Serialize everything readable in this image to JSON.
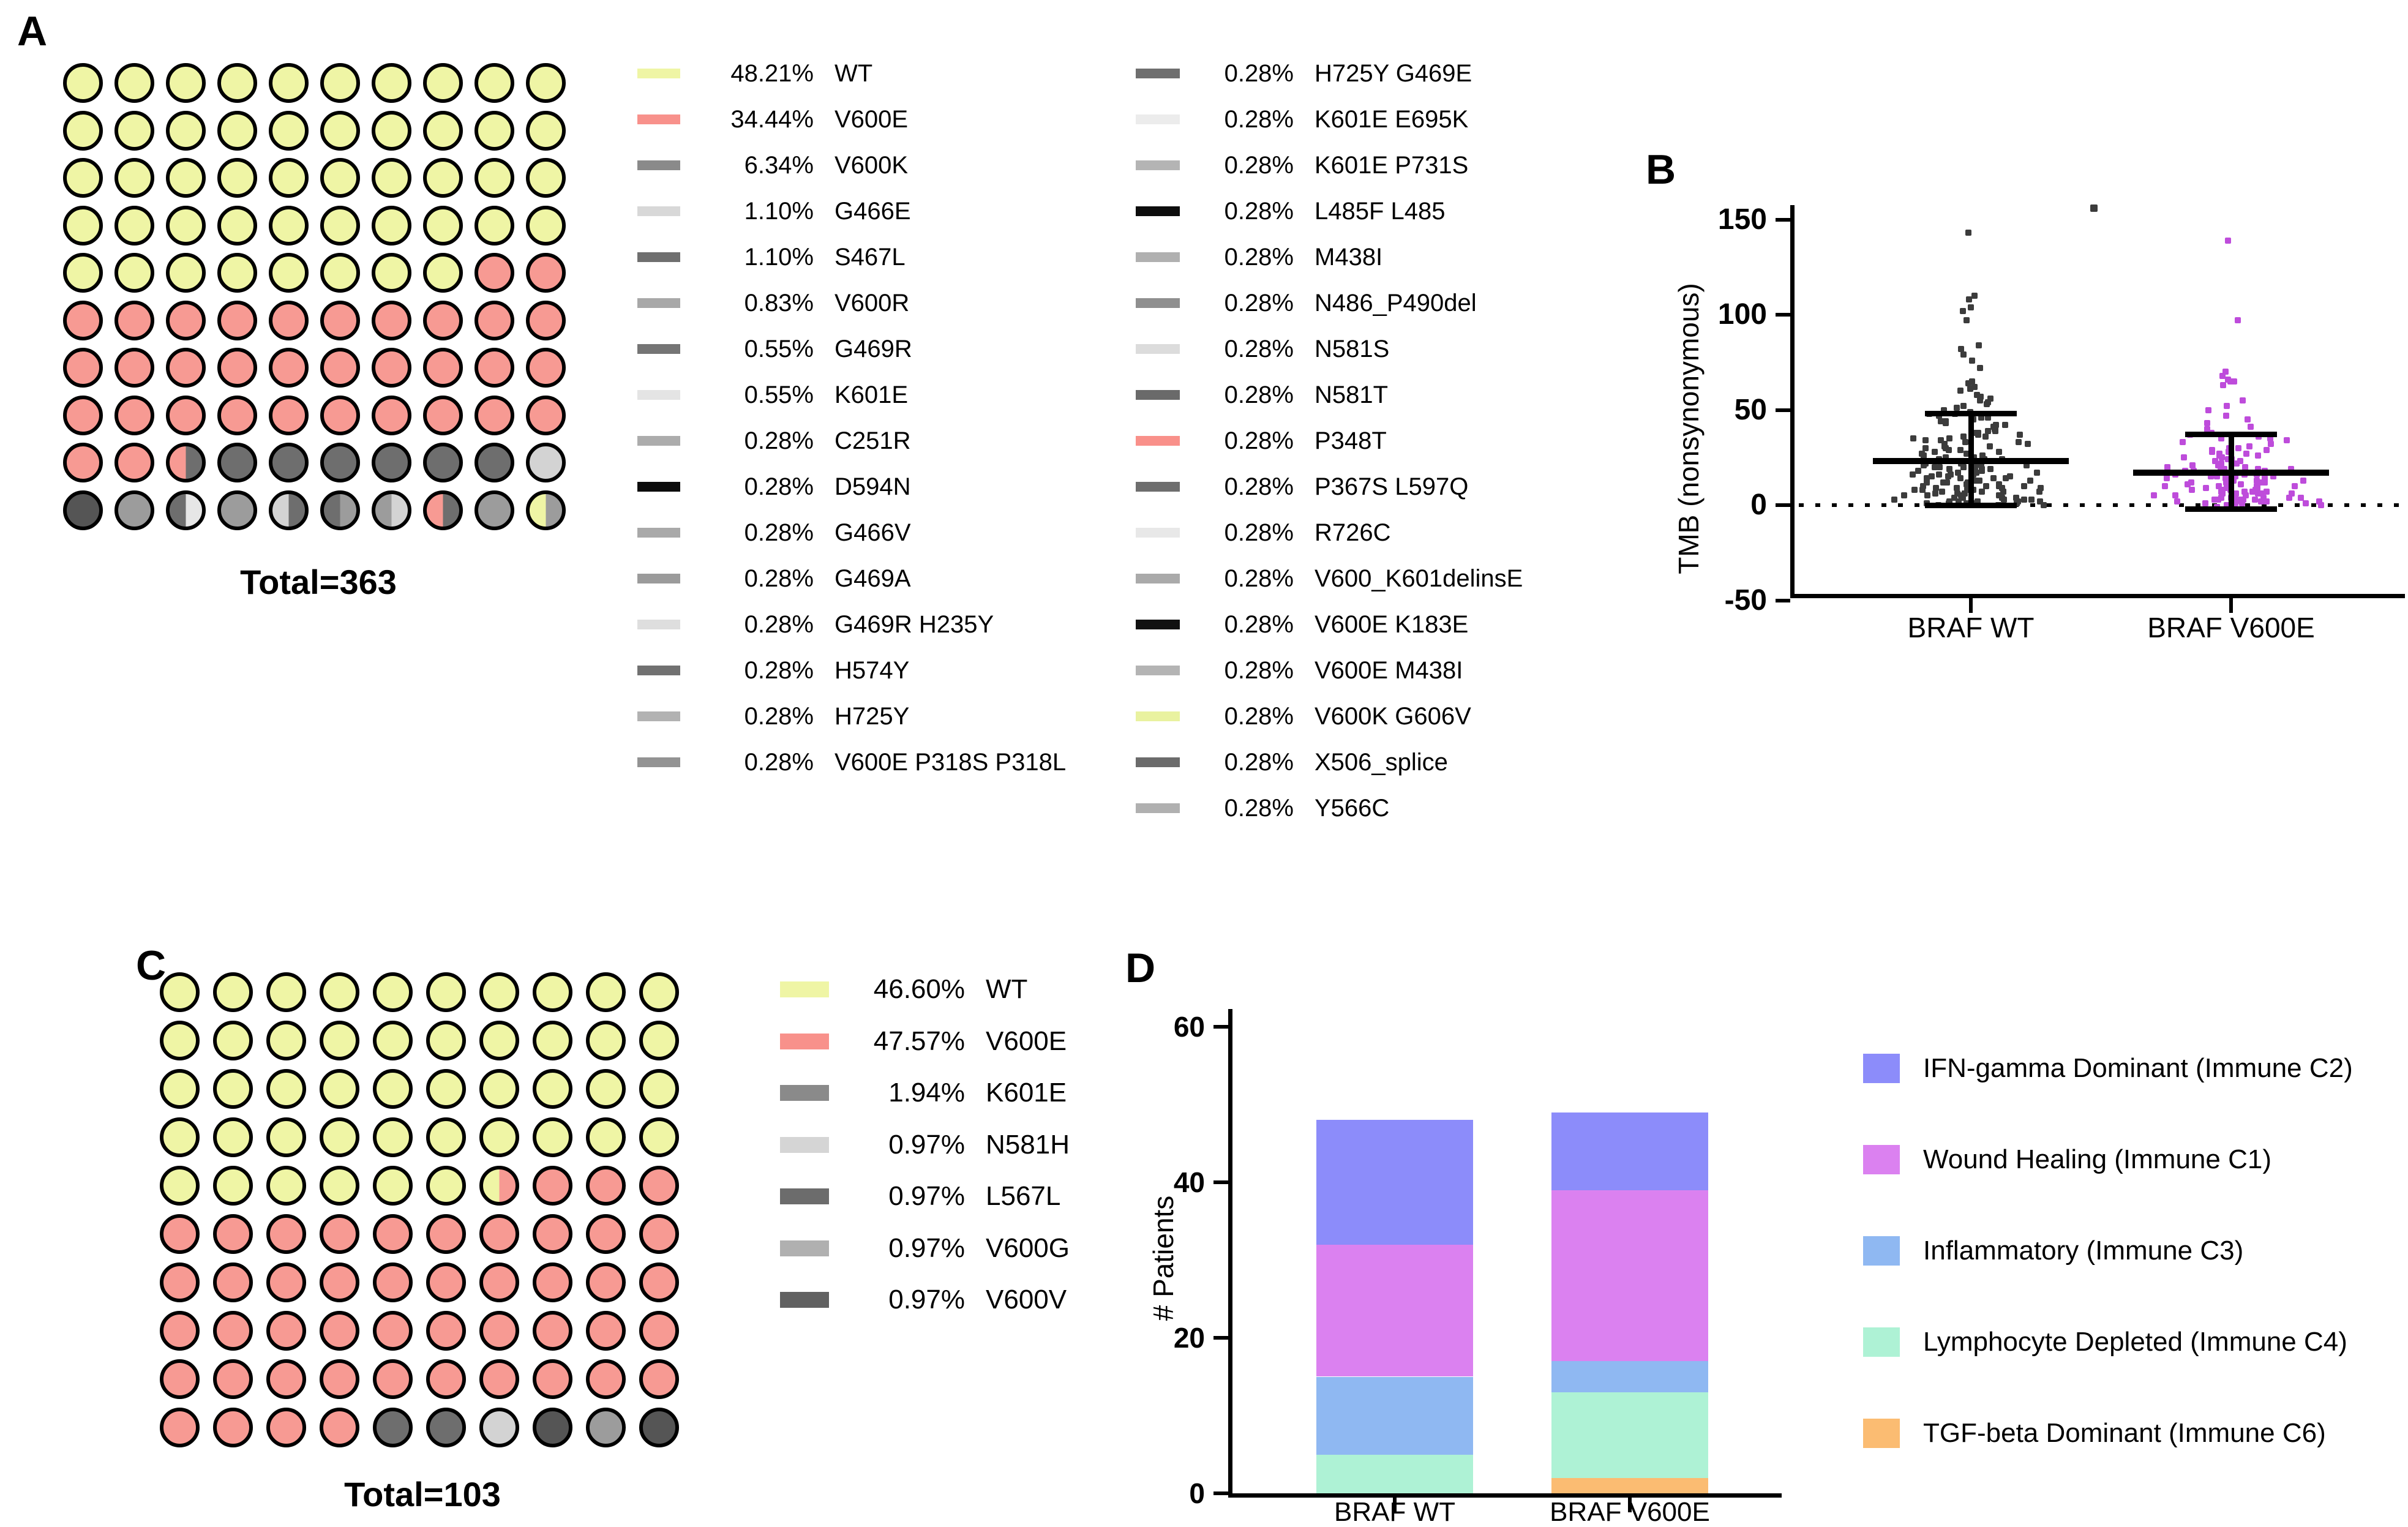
{
  "panel_labels": {
    "A": "A",
    "B": "B",
    "C": "C",
    "D": "D"
  },
  "palette": {
    "Y": "#EFF5A5",
    "R": "#F79A93",
    "dg": "#6E6E6E",
    "dk": "#555555",
    "mg": "#9C9C9C",
    "lg": "#D3D3D3",
    "vl": "#E6E6E6",
    "wt_dot": "#3C3C3C",
    "v600e_dot": "#BE4CDB",
    "axis": "#000000"
  },
  "chart_data": [
    {
      "id": "A",
      "type": "pie",
      "variant": "parts-of-whole-grid",
      "total": 363,
      "total_label": "Total=363",
      "values_unit": "percent",
      "legend_col1": [
        {
          "pct": 48.21,
          "label": "WT",
          "color": "#EFF5A5"
        },
        {
          "pct": 34.44,
          "label": "V600E",
          "color": "#F8918B"
        },
        {
          "pct": 6.34,
          "label": "V600K",
          "color": "#8A8A8A"
        },
        {
          "pct": 1.1,
          "label": "G466E",
          "color": "#D8D8D8"
        },
        {
          "pct": 1.1,
          "label": "S467L",
          "color": "#6F6F6F"
        },
        {
          "pct": 0.83,
          "label": "V600R",
          "color": "#A8A8A8"
        },
        {
          "pct": 0.55,
          "label": "G469R",
          "color": "#757575"
        },
        {
          "pct": 0.55,
          "label": "K601E",
          "color": "#E4E4E4"
        },
        {
          "pct": 0.28,
          "label": "C251R",
          "color": "#ACACAC"
        },
        {
          "pct": 0.28,
          "label": "D594N",
          "color": "#0C0C0C"
        },
        {
          "pct": 0.28,
          "label": "G466V",
          "color": "#A9A9A9"
        },
        {
          "pct": 0.28,
          "label": "G469A",
          "color": "#9B9B9B"
        },
        {
          "pct": 0.28,
          "label": "G469R H235Y",
          "color": "#DEDEDE"
        },
        {
          "pct": 0.28,
          "label": "H574Y",
          "color": "#717171"
        },
        {
          "pct": 0.28,
          "label": "H725Y",
          "color": "#B2B2B2"
        },
        {
          "pct": 0.28,
          "label": "V600E P318S P318L",
          "color": "#939393"
        }
      ],
      "legend_col2": [
        {
          "pct": 0.28,
          "label": "H725Y G469E",
          "color": "#6F6F6F"
        },
        {
          "pct": 0.28,
          "label": "K601E E695K",
          "color": "#ECECEC"
        },
        {
          "pct": 0.28,
          "label": "K601E P731S",
          "color": "#B4B4B4"
        },
        {
          "pct": 0.28,
          "label": "L485F L485",
          "color": "#0D0D0D"
        },
        {
          "pct": 0.28,
          "label": "M438I",
          "color": "#B0B0B0"
        },
        {
          "pct": 0.28,
          "label": "N486_P490del",
          "color": "#8F8F8F"
        },
        {
          "pct": 0.28,
          "label": "N581S",
          "color": "#DCDCDC"
        },
        {
          "pct": 0.28,
          "label": "N581T",
          "color": "#6A6A6A"
        },
        {
          "pct": 0.28,
          "label": "P348T",
          "color": "#F9908A"
        },
        {
          "pct": 0.28,
          "label": "P367S L597Q",
          "color": "#6E6E6E"
        },
        {
          "pct": 0.28,
          "label": "R726C",
          "color": "#E8E8E8"
        },
        {
          "pct": 0.28,
          "label": "V600_K601delinsE",
          "color": "#AAAAAA"
        },
        {
          "pct": 0.28,
          "label": "V600E K183E",
          "color": "#111111"
        },
        {
          "pct": 0.28,
          "label": "V600E M438I",
          "color": "#B4B4B4"
        },
        {
          "pct": 0.28,
          "label": "V600K G606V",
          "color": "#E9F2A0"
        },
        {
          "pct": 0.28,
          "label": "X506_splice",
          "color": "#6B6B6B"
        },
        {
          "pct": 0.28,
          "label": "Y566C",
          "color": "#B0B0B0"
        }
      ],
      "grid_rows": [
        [
          "Y",
          "Y",
          "Y",
          "Y",
          "Y",
          "Y",
          "Y",
          "Y",
          "Y",
          "Y"
        ],
        [
          "Y",
          "Y",
          "Y",
          "Y",
          "Y",
          "Y",
          "Y",
          "Y",
          "Y",
          "Y"
        ],
        [
          "Y",
          "Y",
          "Y",
          "Y",
          "Y",
          "Y",
          "Y",
          "Y",
          "Y",
          "Y"
        ],
        [
          "Y",
          "Y",
          "Y",
          "Y",
          "Y",
          "Y",
          "Y",
          "Y",
          "Y",
          "Y"
        ],
        [
          "Y",
          "Y",
          "Y",
          "Y",
          "Y",
          "Y",
          "Y",
          "Y",
          "R",
          "R"
        ],
        [
          "R",
          "R",
          "R",
          "R",
          "R",
          "R",
          "R",
          "R",
          "R",
          "R"
        ],
        [
          "R",
          "R",
          "R",
          "R",
          "R",
          "R",
          "R",
          "R",
          "R",
          "R"
        ],
        [
          "R",
          "R",
          "R",
          "R",
          "R",
          "R",
          "R",
          "R",
          "R",
          "R"
        ],
        [
          "R",
          "R",
          "R|dg",
          "dg",
          "dg",
          "dg",
          "dg",
          "dg",
          "dg",
          "lg"
        ],
        [
          "dk",
          "mg",
          "dg|vl",
          "mg",
          "lg|dg",
          "dg|mg",
          "mg|lg",
          "R|dg",
          "mg",
          "Y|mg"
        ]
      ]
    },
    {
      "id": "B",
      "type": "scatter",
      "variant": "column-scatter-beeswarm",
      "ylabel": "TMB (nonsynonymous)",
      "ylim": [
        -50,
        150
      ],
      "yticks": [
        150,
        100,
        50,
        0,
        -50
      ],
      "zero_line": "dotted",
      "categories": [
        "BRAF WT",
        "BRAF V600E"
      ],
      "series": [
        {
          "name": "BRAF WT",
          "color": "#3C3C3C",
          "mean": 23,
          "sd_top": 48,
          "sd_bottom": 0,
          "values": [
            143,
            110,
            108,
            104,
            102,
            97,
            84,
            82,
            79,
            76,
            72,
            65,
            64,
            62,
            61,
            60,
            58,
            57,
            56,
            55,
            54,
            53,
            52,
            51,
            50,
            49,
            48,
            48,
            47,
            46,
            46,
            45,
            44,
            44,
            43,
            42,
            42,
            41,
            40,
            40,
            39,
            39,
            38,
            38,
            37,
            37,
            36,
            36,
            35,
            35,
            34,
            34,
            33,
            33,
            32,
            32,
            31,
            31,
            30,
            30,
            29,
            29,
            28,
            28,
            27,
            27,
            26,
            26,
            25,
            25,
            24,
            24,
            24,
            23,
            23,
            23,
            22,
            22,
            22,
            21,
            21,
            21,
            20,
            20,
            20,
            20,
            19,
            19,
            19,
            18,
            18,
            18,
            17,
            17,
            17,
            16,
            16,
            16,
            16,
            15,
            15,
            15,
            14,
            14,
            14,
            14,
            13,
            13,
            13,
            12,
            12,
            12,
            12,
            11,
            11,
            11,
            10,
            10,
            10,
            10,
            9,
            9,
            9,
            9,
            8,
            8,
            8,
            8,
            7,
            7,
            7,
            7,
            6,
            6,
            6,
            6,
            5,
            5,
            5,
            5,
            4,
            4,
            4,
            4,
            3,
            3,
            3,
            3,
            2,
            2,
            2,
            2,
            2,
            1,
            1,
            1,
            1,
            1,
            1,
            0,
            0,
            0
          ]
        },
        {
          "name": "BRAF V600E",
          "color": "#BE4CDB",
          "mean": 17,
          "sd_top": 37,
          "sd_bottom": -2,
          "values": [
            139,
            97,
            70,
            68,
            66,
            65,
            65,
            63,
            55,
            52,
            50,
            47,
            45,
            43,
            41,
            40,
            38,
            37,
            36,
            35,
            35,
            34,
            33,
            32,
            31,
            30,
            30,
            29,
            29,
            28,
            28,
            27,
            27,
            26,
            26,
            25,
            25,
            24,
            24,
            23,
            23,
            22,
            22,
            21,
            21,
            20,
            20,
            20,
            19,
            19,
            19,
            18,
            18,
            18,
            17,
            17,
            17,
            16,
            16,
            16,
            15,
            15,
            15,
            15,
            14,
            14,
            14,
            13,
            13,
            13,
            12,
            12,
            12,
            12,
            11,
            11,
            11,
            10,
            10,
            10,
            10,
            9,
            9,
            9,
            9,
            8,
            8,
            8,
            8,
            7,
            7,
            7,
            7,
            6,
            6,
            6,
            6,
            6,
            5,
            5,
            5,
            5,
            5,
            4,
            4,
            4,
            4,
            4,
            3,
            3,
            3,
            3,
            3,
            2,
            2,
            2,
            2,
            2,
            1,
            1,
            1,
            1,
            0,
            0,
            -1
          ]
        }
      ],
      "stray_point": {
        "between_groups": true,
        "y": 156,
        "color": "#3C3C3C"
      }
    },
    {
      "id": "C",
      "type": "pie",
      "variant": "parts-of-whole-grid",
      "total": 103,
      "total_label": "Total=103",
      "values_unit": "percent",
      "legend": [
        {
          "pct": 46.6,
          "label": "WT",
          "color": "#EFF5A5"
        },
        {
          "pct": 47.57,
          "label": "V600E",
          "color": "#F8918B"
        },
        {
          "pct": 1.94,
          "label": "K601E",
          "color": "#8A8A8A"
        },
        {
          "pct": 0.97,
          "label": "N581H",
          "color": "#D5D5D5"
        },
        {
          "pct": 0.97,
          "label": "L567L",
          "color": "#6C6C6C"
        },
        {
          "pct": 0.97,
          "label": "V600G",
          "color": "#B0B0B0"
        },
        {
          "pct": 0.97,
          "label": "V600V",
          "color": "#616161"
        }
      ],
      "grid_rows": [
        [
          "Y",
          "Y",
          "Y",
          "Y",
          "Y",
          "Y",
          "Y",
          "Y",
          "Y",
          "Y"
        ],
        [
          "Y",
          "Y",
          "Y",
          "Y",
          "Y",
          "Y",
          "Y",
          "Y",
          "Y",
          "Y"
        ],
        [
          "Y",
          "Y",
          "Y",
          "Y",
          "Y",
          "Y",
          "Y",
          "Y",
          "Y",
          "Y"
        ],
        [
          "Y",
          "Y",
          "Y",
          "Y",
          "Y",
          "Y",
          "Y",
          "Y",
          "Y",
          "Y"
        ],
        [
          "Y",
          "Y",
          "Y",
          "Y",
          "Y",
          "Y",
          "Y|R",
          "R",
          "R",
          "R"
        ],
        [
          "R",
          "R",
          "R",
          "R",
          "R",
          "R",
          "R",
          "R",
          "R",
          "R"
        ],
        [
          "R",
          "R",
          "R",
          "R",
          "R",
          "R",
          "R",
          "R",
          "R",
          "R"
        ],
        [
          "R",
          "R",
          "R",
          "R",
          "R",
          "R",
          "R",
          "R",
          "R",
          "R"
        ],
        [
          "R",
          "R",
          "R",
          "R",
          "R",
          "R",
          "R",
          "R",
          "R",
          "R"
        ],
        [
          "R",
          "R",
          "R",
          "R",
          "dg",
          "dg",
          "lg",
          "dk",
          "mg",
          "dk"
        ]
      ]
    },
    {
      "id": "D",
      "type": "bar",
      "stacked": true,
      "ylabel": "# Patients",
      "ylim": [
        0,
        60
      ],
      "yticks": [
        60,
        40,
        20,
        0
      ],
      "categories": [
        "BRAF WT",
        "BRAF V600E"
      ],
      "series_bottom_to_top": [
        {
          "name": "TGF-beta Dominant (Immune C6)",
          "color": "#FBBC72",
          "values": [
            0,
            2
          ]
        },
        {
          "name": "Lymphocyte Depleted (Immune C4)",
          "color": "#AEF2D5",
          "values": [
            5,
            11
          ]
        },
        {
          "name": "Inflammatory (Immune C3)",
          "color": "#8FB8F2",
          "values": [
            10,
            4
          ]
        },
        {
          "name": "Wound Healing (Immune C1)",
          "color": "#DB81F0",
          "values": [
            17,
            22
          ]
        },
        {
          "name": "IFN-gamma Dominant (Immune C2)",
          "color": "#8C8CFA",
          "values": [
            16,
            10
          ]
        }
      ],
      "totals": [
        48,
        49
      ],
      "legend_top_to_bottom": [
        {
          "label": "IFN-gamma Dominant (Immune C2)",
          "color": "#8C8CFA"
        },
        {
          "label": "Wound Healing (Immune C1)",
          "color": "#DB81F0"
        },
        {
          "label": "Inflammatory (Immune C3)",
          "color": "#8FB8F2"
        },
        {
          "label": "Lymphocyte Depleted (Immune C4)",
          "color": "#AEF2D5"
        },
        {
          "label": "TGF-beta Dominant (Immune C6)",
          "color": "#FBBC72"
        }
      ],
      "legend_position": "right"
    }
  ]
}
